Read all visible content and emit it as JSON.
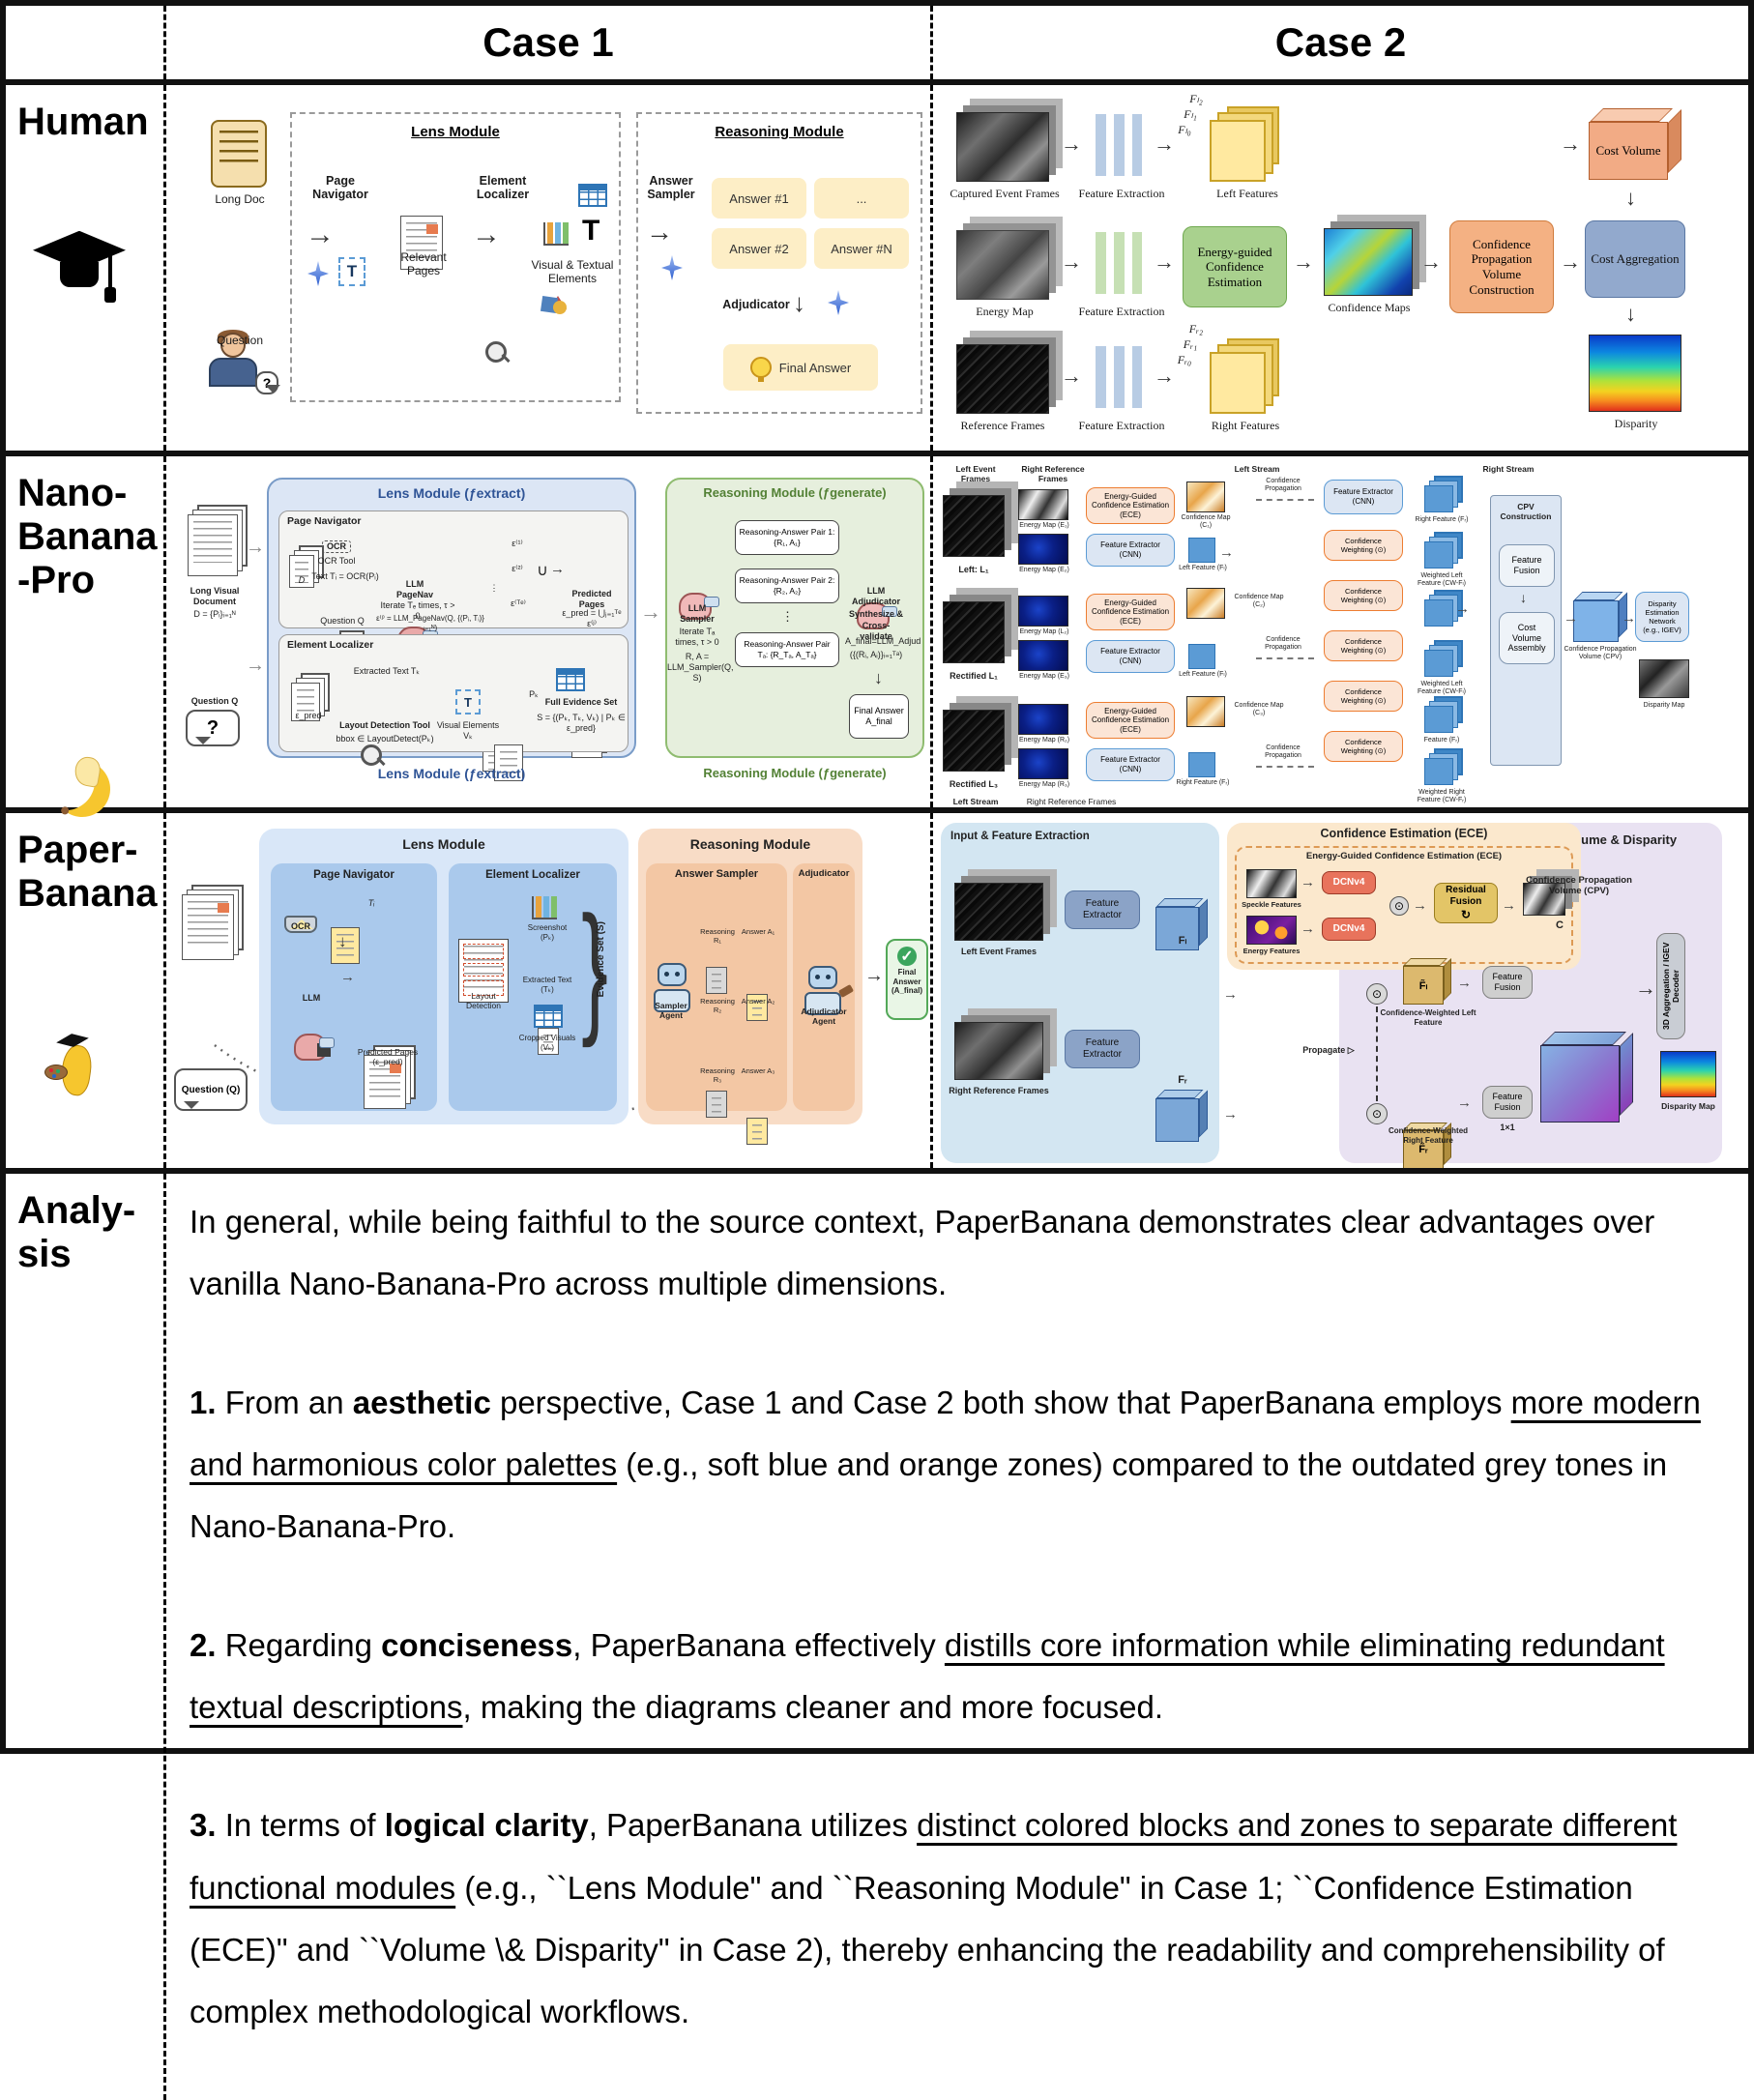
{
  "hdr": {
    "case1": "Case 1",
    "case2": "Case 2"
  },
  "rows": {
    "human": "Human",
    "nano1": "Nano-",
    "nano2": "Banana",
    "nano3": "-Pro",
    "paper1": "Paper-",
    "paper2": "Banana",
    "ana1": "Analy-",
    "ana2": "sis"
  },
  "icons": {
    "right": "→",
    "down": "↓",
    "check": "✓",
    "q": "?",
    "union": "∪",
    "odot": "⊙",
    "cycle": "↻",
    "vdots": "⋮",
    "T": "T"
  },
  "colors": {
    "lens_blue": "#dce6f5",
    "reason_green": "#e6efdd",
    "zone_blue": "#d6e6f4",
    "zone_orange": "#f8ddc8",
    "zone_cream": "#fbe8cd",
    "zone_purple": "#e9e2f2",
    "answer_yellow": "#fdeec6",
    "ece_green": "#a9d18e",
    "prop_orange": "#f4b183",
    "cost_blue": "#8ba3c7",
    "dcn_red": "#e8735c",
    "residual_yellow": "#e3c567",
    "final_green": "#53a858"
  },
  "hc1": {
    "long_doc": "Long Doc",
    "question": "Question",
    "lens_title": "Lens Module",
    "page_navigator": "Page Navigator",
    "relevant_pages": "Relevant Pages",
    "element_localizer": "Element Localizer",
    "visual_textual": "Visual & Textual Elements",
    "reasoning_title": "Reasoning Module",
    "answer_sampler": "Answer Sampler",
    "a1": "Answer #1",
    "dots": "...",
    "a2": "Answer #2",
    "an": "Answer #N",
    "adjudicator": "Adjudicator",
    "final_answer": "Final Answer"
  },
  "hc2": {
    "captured": "Captured Event Frames",
    "fe": "Feature Extraction",
    "left_features": "Left Features",
    "fl2": "Fₗ₂",
    "fl1": "Fₗ₁",
    "fl0": "Fₗ₀",
    "energy_map": "Energy Map",
    "ece": "Energy-guided Confidence Estimation",
    "conf_maps": "Confidence Maps",
    "reference": "Reference Frames",
    "right_features": "Right Features",
    "fr2": "Fᵣ₂",
    "fr1": "Fᵣ₁",
    "fr0": "Fᵣ₀",
    "cpvc": "Confidence Propagation Volume Construction",
    "cost_volume": "Cost Volume",
    "cost_agg": "Cost Aggregation",
    "disparity": "Disparity"
  },
  "nc1": {
    "input_doc": "Long Visual Document",
    "input_formula": "D = {Pᵢ}ᵢ₌₁ᴺ",
    "question": "Question Q",
    "lens_title": "Lens Module (ƒextract)",
    "pn_title": "Page Navigator",
    "d": "D",
    "ocr": "OCR",
    "ocr_tool": "OCR Tool",
    "text_f": "Text Tᵢ = OCR(Pᵢ)",
    "llm_pagenav": "LLM PageNav",
    "iterate": "Iterate Tₑ times, τ > 0",
    "pagenav_f": "ε⁽ʲ⁾ = LLM_PageNav(Q, {(Pᵢ, Tᵢ)}ᵢ₌₁ᴺ)",
    "e1": "ε⁽¹⁾",
    "e2": "ε⁽²⁾",
    "eT": "ε⁽ᵀᵉ⁾",
    "predicted": "Predicted Pages",
    "pred_f": "ε_pred = ⋃ⱼ₌₁ᵀᵉ ε⁽ʲ⁾",
    "el_title": "Element Localizer",
    "eps_pred": "ε_pred",
    "extracted": "Extracted Text Tₖ",
    "layout1": "Layout Detection Tool",
    "layout2": "bbox ∈ LayoutDetect(Pₖ)",
    "visual": "Visual Elements Vₖ",
    "pk": "Pₖ",
    "fes1": "Full Evidence Set",
    "fes2": "S = {(Pₖ, Tₖ, Vₖ) | Pₖ ∈ ε_pred}",
    "reasoning_title": "Reasoning Module (ƒgenerate)",
    "llm_sampler": "LLM Sampler",
    "sampler_note": "Iterate Tₐ times, τ > 0",
    "sampler_f": "R, A = LLM_Sampler(Q, S)",
    "pair1": "Reasoning-Answer Pair 1: {R₁, A₁}",
    "pair2": "Reasoning-Answer Pair 2: {R₂, A₂}",
    "pairT": "Reasoning-Answer Pair Tₐ: {R_Tₐ, A_Tₐ}",
    "llm_adjud": "LLM Adjudicator",
    "synth1": "Synthesize &",
    "synth2": "Cross-validate",
    "adjud_f1": "A_final=LLM_Adjud",
    "adjud_f2": "({(Rᵢ, Aᵢ)}ᵢ₌₁ᵀᵃ)",
    "final": "Final Answer A_final"
  },
  "nc2": {
    "h_left_event": "Left Event Frames",
    "h_right_ref": "Right Reference Frames",
    "h_left_stream": "Left Stream",
    "h_right_stream": "Right Stream",
    "left_l1": "Left: L₁",
    "rect_l1": "Rectified L₁",
    "rect_l3": "Rectified L₃",
    "em_e1": "Energy Map (E₁)",
    "em_e2": "Energy Map (E₂)",
    "em_l2": "Energy Map (L₂)",
    "em_e3": "Energy Map (E₃)",
    "em_r2": "Energy Map (R₂)",
    "em_r3": "Energy Map (R₃)",
    "ece": "Energy-Guided Confidence Estimation (ECE)",
    "fe_cnn": "Feature Extractor (CNN)",
    "cm1": "Confidence Map (C₁)",
    "cm2": "Confidence Map (C₂)",
    "cm3": "Confidence Map (C₃)",
    "conf_prop": "Confidence Propagation",
    "left_feature": "Left Feature (Fₗ)",
    "right_feature": "Right Feature (Fᵣ)",
    "conf_w": "Confidence Weighting (⊙)",
    "weighted_left": "Weighted Left Feature (CW-Fₗ)",
    "feature_fr": "Feature (Fᵣ)",
    "weighted_right": "Weighted Right Feature (CW-Fᵣ)",
    "cpv_c": "CPV Construction",
    "ff": "Feature Fusion",
    "cva": "Cost Volume Assembly",
    "cpv": "Confidence Propagation Volume (CPV)",
    "den": "Disparity Estimation Network (e.g., IGEV)",
    "dmap": "Disparity Map"
  },
  "pc1": {
    "question": "Question (Q)",
    "lens": "Lens Module",
    "pn": "Page Navigator",
    "ocr": "OCR",
    "ti": "Tᵢ",
    "llm": "LLM",
    "predicted": "Predicted Pages (ε_pred)",
    "el": "Element Localizer",
    "layout": "Layout Detection",
    "screenshot": "Screenshot (Pₖ)",
    "extracted": "Extracted Text (Tₖ)",
    "cropped": "Cropped Visuals (Vₖ)",
    "evidence": "Evidence Set (S)",
    "reasoning": "Reasoning Module",
    "sampler_box": "Answer Sampler",
    "sampler_agent": "Sampler Agent",
    "r1": "Reasoning R₁",
    "a1": "Answer A₁",
    "r2": "Reasoning R₂",
    "a2": "Answer A₂",
    "r3": "Reasoning R₃",
    "a3": "Answer A₃",
    "adjudicator": "Adjudicator",
    "adj_agent": "Adjudicator Agent",
    "final": "Final Answer (A_final)"
  },
  "pc2": {
    "zone_input": "Input & Feature Extraction",
    "left_event": "Left Event Frames",
    "right_ref": "Right Reference Frames",
    "fe": "Feature Extractor",
    "fl": "Fₗ",
    "fr": "Fᵣ",
    "zone_ece": "Confidence Estimation (ECE)",
    "ece_inner": "Energy-Guided Confidence Estimation (ECE)",
    "speckle": "Speckle Features",
    "energy": "Energy Features",
    "dcn": "DCNv4",
    "residual": "Residual Fusion",
    "c": "C",
    "zone_vol": "Volume & Disparity",
    "propagate": "Propagate ▷",
    "flt": "F̃ₗ",
    "frt": "F̃ᵣ",
    "cw_left": "Confidence-Weighted Left Feature",
    "cw_right": "Confidence-Weighted Right Feature",
    "ff": "Feature Fusion",
    "oxo": "1×1",
    "cpv": "Confidence Propagation Volume (CPV)",
    "agg": "3D Aggregation / IGEV Decoder",
    "dmap": "Disparity Map"
  },
  "analysis": {
    "p1": [
      {
        "t": "In general, while being faithful to the source context, PaperBanana demonstrates clear advantages over vanilla Nano-Banana-Pro across multiple dimensions."
      }
    ],
    "p2": [
      {
        "t": "1."
      },
      {
        "t": " From an "
      },
      {
        "t": "aesthetic"
      },
      {
        "t": " perspective, Case 1 and Case 2 both show that PaperBanana employs "
      },
      {
        "t": "more modern and harmonious color palettes"
      },
      {
        "t": " (e.g., soft blue and orange zones) compared to the outdated grey tones in Nano-Banana-Pro."
      }
    ],
    "p3": [
      {
        "t": "2."
      },
      {
        "t": " Regarding "
      },
      {
        "t": "conciseness"
      },
      {
        "t": ", PaperBanana effectively "
      },
      {
        "t": "distills core information while eliminating redundant textual descriptions"
      },
      {
        "t": ", making the diagrams cleaner and more focused."
      }
    ],
    "p4": [
      {
        "t": "3."
      },
      {
        "t": " In terms of "
      },
      {
        "t": "logical clarity"
      },
      {
        "t": ", PaperBanana utilizes "
      },
      {
        "t": "distinct colored blocks and zones to separate different functional modules"
      },
      {
        "t": " (e.g., ``Lens Module\" and ``Reasoning Module\" in Case 1; ``Confidence Estimation (ECE)\" and ``Volume \\& Disparity\" in Case 2), thereby enhancing the readability and comprehensibility of complex methodological workflows."
      }
    ]
  }
}
